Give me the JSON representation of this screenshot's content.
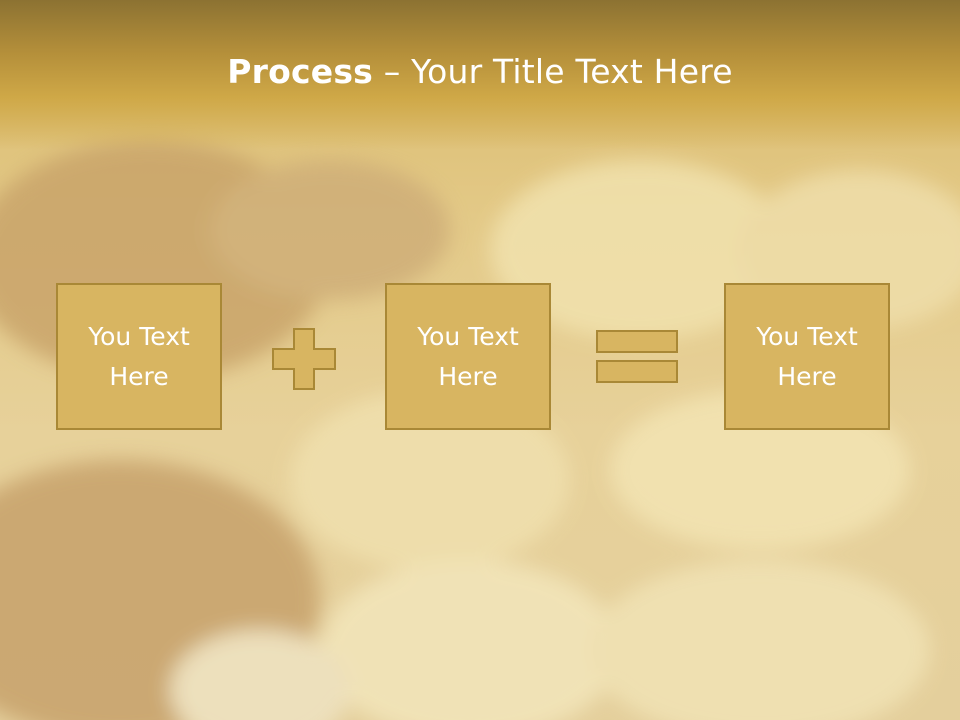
{
  "title": {
    "bold": "Process",
    "rest": " – Your Title Text Here"
  },
  "boxes": [
    {
      "text": "You Text Here"
    },
    {
      "text": "You Text Here"
    },
    {
      "text": "You Text Here"
    }
  ],
  "operators": [
    "plus-icon",
    "equals-icon"
  ],
  "colors": {
    "box_fill": "#d8b561",
    "box_border": "#a98836",
    "title_bar": "#b48f3a",
    "text": "#ffffff"
  }
}
